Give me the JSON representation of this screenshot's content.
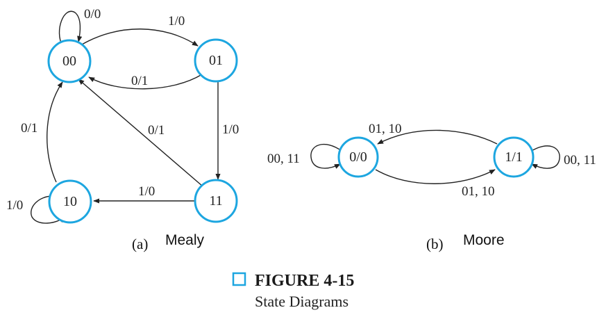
{
  "mealy": {
    "states": {
      "s00": "00",
      "s01": "01",
      "s10": "10",
      "s11": "11"
    },
    "edges": {
      "loop00": "0/0",
      "e00_01": "1/0",
      "e01_00": "0/1",
      "e01_11": "1/0",
      "e11_00": "0/1",
      "e11_10": "1/0",
      "e10_00": "0/1",
      "loop10": "1/0"
    },
    "caption_letter": "(a)",
    "caption_name": "Mealy"
  },
  "moore": {
    "states": {
      "s0": "0/0",
      "s1": "1/1"
    },
    "edges": {
      "loop0": "00, 11",
      "e1_0": "01, 10",
      "e0_1": "01, 10",
      "loop1": "00, 11"
    },
    "caption_letter": "(b)",
    "caption_name": "Moore"
  },
  "figure": {
    "title": "FIGURE 4-15",
    "subtitle": "State Diagrams",
    "accent_color": "#1da6e0"
  }
}
